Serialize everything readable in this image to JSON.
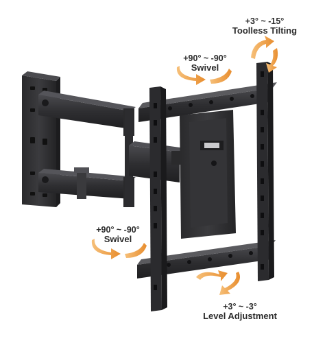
{
  "labels": {
    "tilting": {
      "range": "+3° ~ -15°",
      "title": "Toolless Tilting"
    },
    "swivel_top": {
      "range": "+90° ~ -90°",
      "title": "Swivel"
    },
    "swivel_bottom": {
      "range": "+90° ~ -90°",
      "title": "Swivel"
    },
    "level": {
      "range": "+3° ~ -3°",
      "title": "Level Adjustment"
    }
  },
  "colors": {
    "arrow": "#f0a04b",
    "metal_dark": "#2a2a2c",
    "metal_mid": "#3c3c3f",
    "metal_light": "#5a5a5e",
    "text": "#2b2b2b"
  },
  "icons": [
    "rotation-arrow-icon"
  ]
}
